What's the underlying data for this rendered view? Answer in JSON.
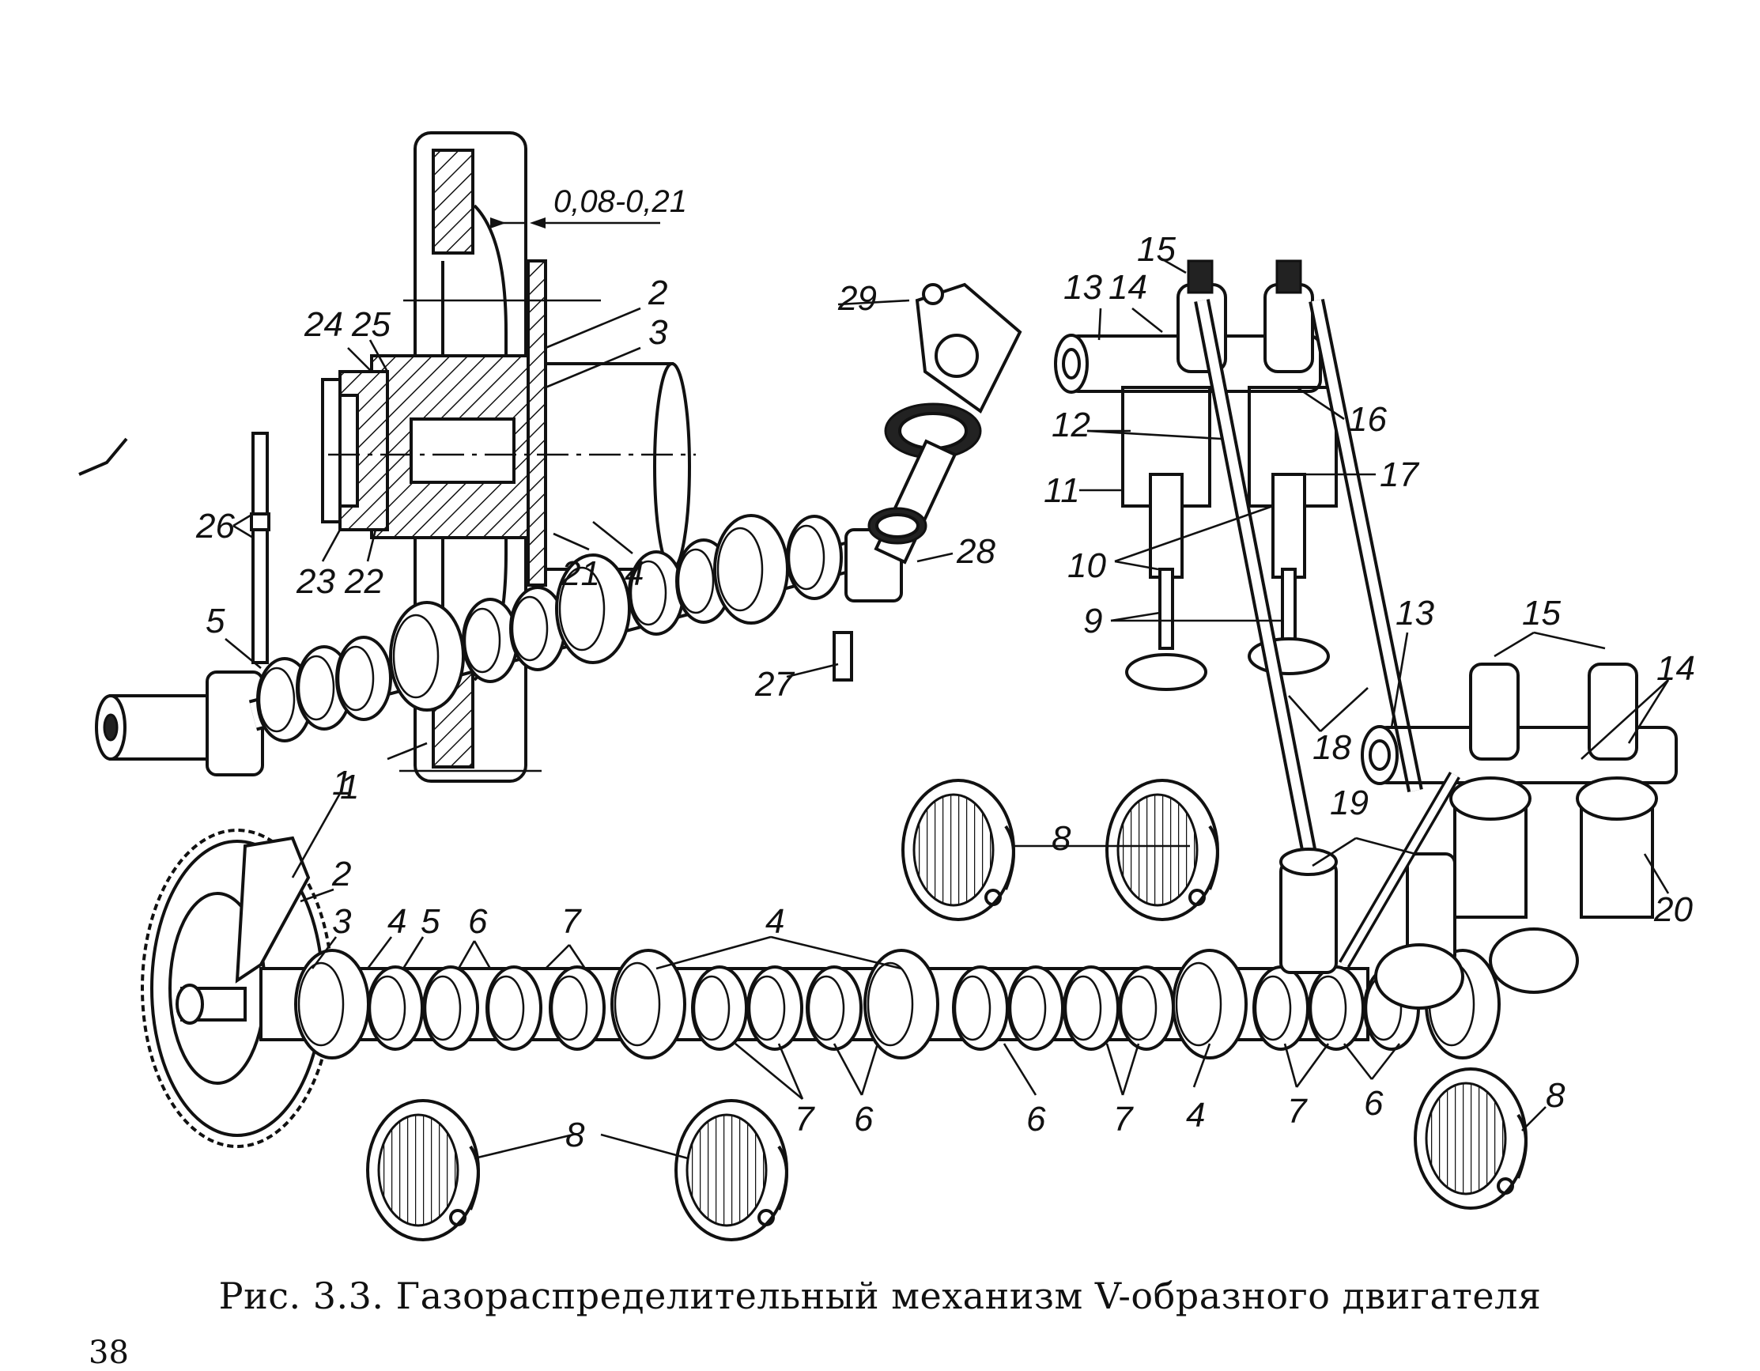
{
  "caption": "Рис. 3.3. Газораспределительный механизм V-образного двигателя",
  "page_number": "38",
  "dimension": "0,08-0,21",
  "labels": {
    "n1": "1",
    "n2": "2",
    "n3": "3",
    "n4": "4",
    "n5": "5",
    "n6": "6",
    "n7": "7",
    "n8": "8",
    "n9": "9",
    "n10": "10",
    "n11": "11",
    "n12": "12",
    "n13": "13",
    "n14": "14",
    "n15": "15",
    "n16": "16",
    "n17": "17",
    "n18": "18",
    "n19": "19",
    "n20": "20",
    "n21": "21",
    "n22": "22",
    "n23": "23",
    "n24": "24",
    "n25": "25",
    "n26": "26",
    "n27": "27",
    "n28": "28",
    "n29": "29"
  }
}
